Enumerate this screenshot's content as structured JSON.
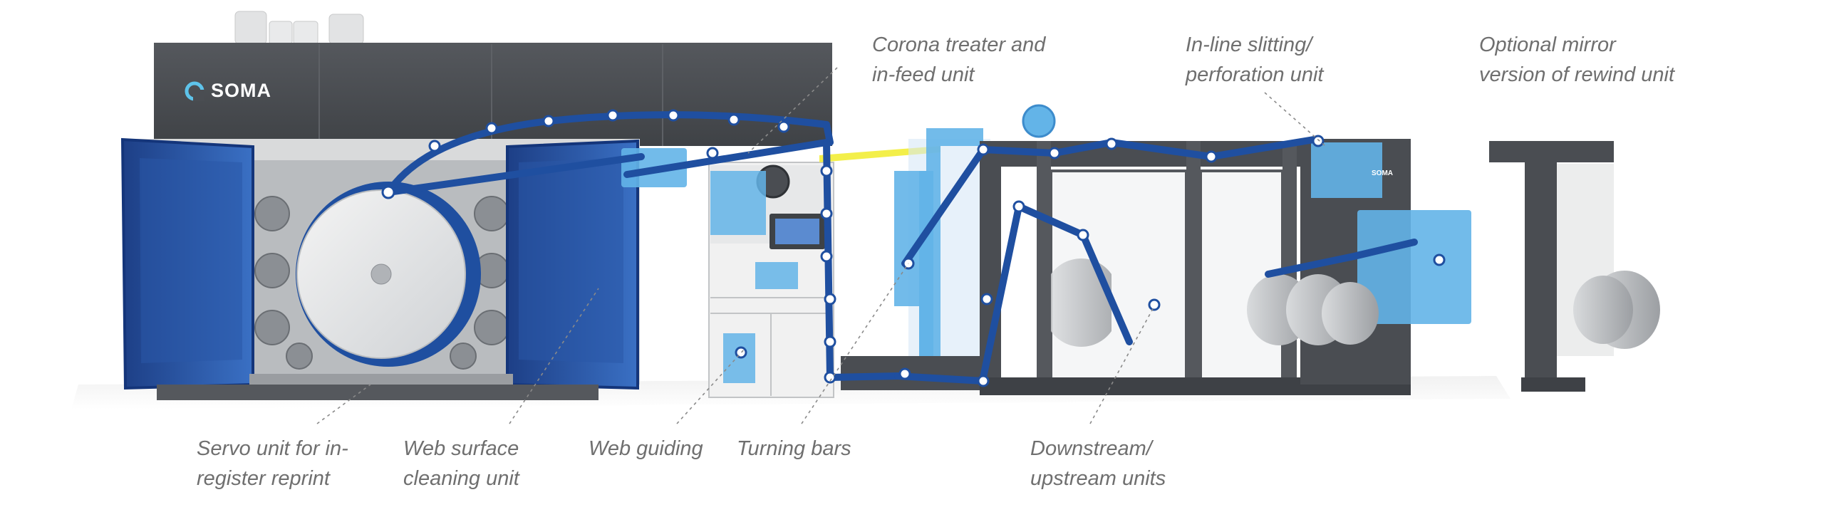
{
  "brand": {
    "name": "SOMA",
    "panel_brand": "SOMA"
  },
  "callouts": [
    {
      "id": "corona",
      "lines": [
        "Corona treater and",
        "in-feed unit"
      ]
    },
    {
      "id": "slitting",
      "lines": [
        "In-line slitting/",
        "perforation unit"
      ]
    },
    {
      "id": "mirror",
      "lines": [
        "Optional mirror",
        "version of rewind unit"
      ]
    },
    {
      "id": "servo",
      "lines": [
        "Servo unit for in-",
        "register reprint"
      ]
    },
    {
      "id": "cleaning",
      "lines": [
        "Web surface",
        "cleaning unit"
      ]
    },
    {
      "id": "guiding",
      "lines": [
        "Web guiding"
      ]
    },
    {
      "id": "turning",
      "lines": [
        "Turning bars"
      ]
    },
    {
      "id": "downstream",
      "lines": [
        "Downstream/",
        "upstream units"
      ]
    }
  ],
  "colors": {
    "web_path": "#1f4fa0",
    "highlight_blue": "#63b4e8",
    "machine_dark": "#4a4d52",
    "corona_beam": "#f3ef4a",
    "label_text": "#6f6f6f"
  }
}
